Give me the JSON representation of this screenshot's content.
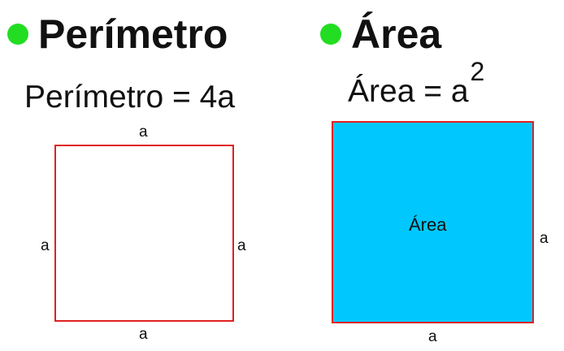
{
  "colors": {
    "bullet": "#22dd22",
    "square_border": "#e02020",
    "area_fill": "#00c8ff"
  },
  "perimeter": {
    "heading": "Perímetro",
    "formula": "Perímetro = 4a",
    "side_labels": {
      "top": "a",
      "left": "a",
      "right": "a",
      "bottom": "a"
    }
  },
  "area": {
    "heading": "Área",
    "formula_base": "Área = a",
    "formula_exponent": "2",
    "center_label": "Área",
    "side_labels": {
      "right": "a",
      "bottom": "a"
    }
  }
}
